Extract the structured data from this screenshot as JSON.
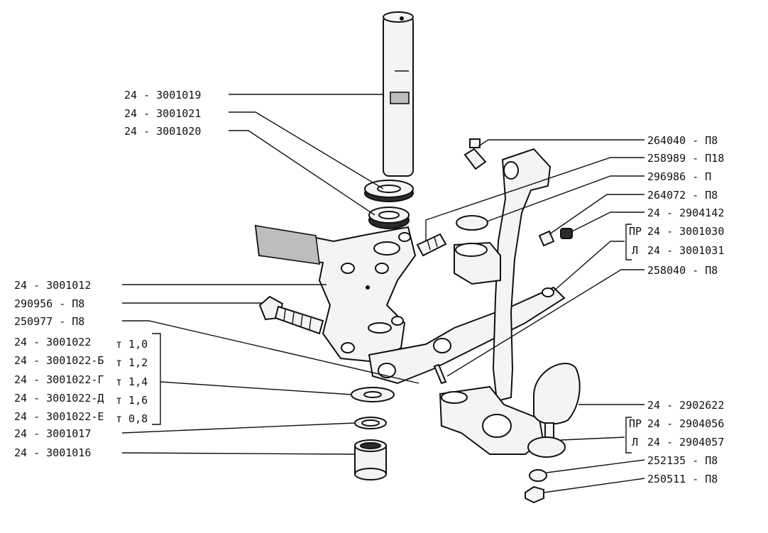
{
  "left_labels": [
    "24 - 3001019",
    "24 - 3001021",
    "24 - 3001020",
    "24 - 3001012",
    "290956 - П8",
    "250977 - П8",
    "24 - 3001022",
    "24 - 3001022-Б",
    "24 - 3001022-Г",
    "24 - 3001022-Д",
    "24 - 3001022-Е",
    "24 - 3001017",
    "24 - 3001016"
  ],
  "thickness_labels": [
    "т 1,0",
    "т 1,2",
    "т 1,4",
    "т 1,6",
    "т 0,8"
  ],
  "right_labels": [
    "264040 - П8",
    "258989 - П18",
    "296986 - П",
    "264072 - П8",
    "24 - 2904142",
    "24 - 3001030",
    "24 - 3001031",
    "258040 - П8",
    "24 - 2902622",
    "24 - 2904056",
    "24 - 2904057",
    "252135 - П8",
    "250511 - П8"
  ],
  "side_markers": {
    "right_pr_1": "ПР",
    "right_l_1": "Л",
    "right_pr_2": "ПР",
    "right_l_2": "Л"
  }
}
